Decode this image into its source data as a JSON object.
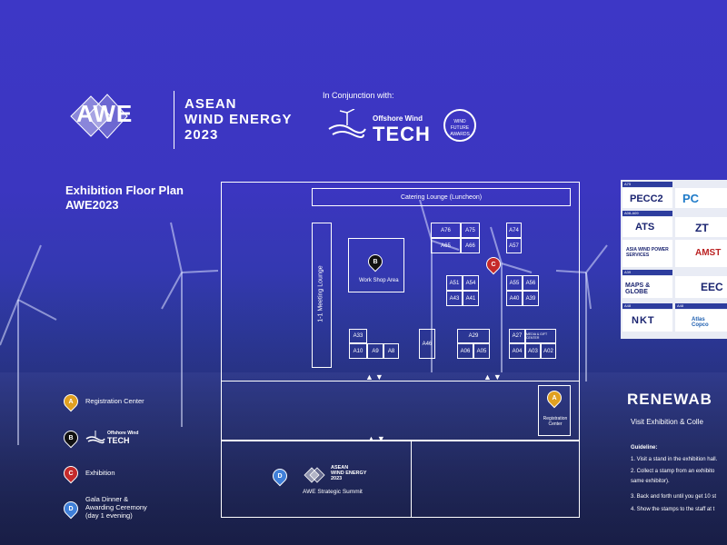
{
  "header": {
    "awe_logo": "AWE",
    "event_name_line1": "ASEAN",
    "event_name_line2": "WIND ENERGY",
    "event_year": "2023",
    "conjunction_label": "In Conjunction with:",
    "partner_small": "Offshore Wind",
    "partner_big": "TECH",
    "award_badge": "WIND FUTURE AWARDS"
  },
  "plan_title": {
    "line1": "Exhibition Floor Plan",
    "line2": "AWE2023"
  },
  "floor_plan": {
    "catering": "Catering Lounge (Luncheon)",
    "meeting": "1-1 Meeting Lounge",
    "workshop": "Work Shop Area",
    "booths": {
      "a76": "A76",
      "a75": "A75",
      "a65": "A65",
      "a66": "A66",
      "a74": "A74",
      "a57": "A57",
      "a51": "A51",
      "a54": "A54",
      "a43": "A43",
      "a41": "A41",
      "a55": "A55",
      "a56": "A56",
      "a40": "A40",
      "a39": "A39",
      "a33": "A33",
      "a10": "A10",
      "a9": "A9",
      "a8": "A8",
      "a46": "A46",
      "a29": "A29",
      "a06": "A06",
      "a05": "A05",
      "a27": "A27",
      "media": "MEDIA & GIFT CENTER",
      "a04": "A04",
      "a03": "A03",
      "a02": "A02"
    },
    "registration": "Registration Center",
    "summit": "AWE Strategic Summit"
  },
  "pins": {
    "a": "A",
    "b": "B",
    "c": "C",
    "d": "D"
  },
  "legend": {
    "registration": "Registration Center",
    "exhibition": "Exhibition",
    "gala_line1": "Gala Dinner &",
    "gala_line2": "Awarding Ceremony",
    "gala_line3": "(day 1 evening)"
  },
  "right_panel": {
    "title": "RENEWAB",
    "subtitle": "Visit Exhibition & Colle",
    "guideline": "Guideline:",
    "step1": "1. Visit a stand in the exhibition hall.",
    "step2": "2. Collect a stamp from an exhibito",
    "step2b": "same exhibitor).",
    "step3": "3. Back and forth until you get 10 st",
    "step4": "4. Show the stamps to the staff at t"
  },
  "board": {
    "c1": "PECC2",
    "c2": "PC",
    "c3": "ATS",
    "c4": "ZT",
    "c5": "ASIA WIND POWER SERVICES",
    "c6": "AMST",
    "c7": "MAPS & GLOBE",
    "c8": "EEC",
    "c9": "NKT",
    "c10": "Atlas Copco",
    "h1": "A75",
    "h2": "A08-A09",
    "h3": "A39",
    "h4": "A48",
    "h5": "A48"
  }
}
